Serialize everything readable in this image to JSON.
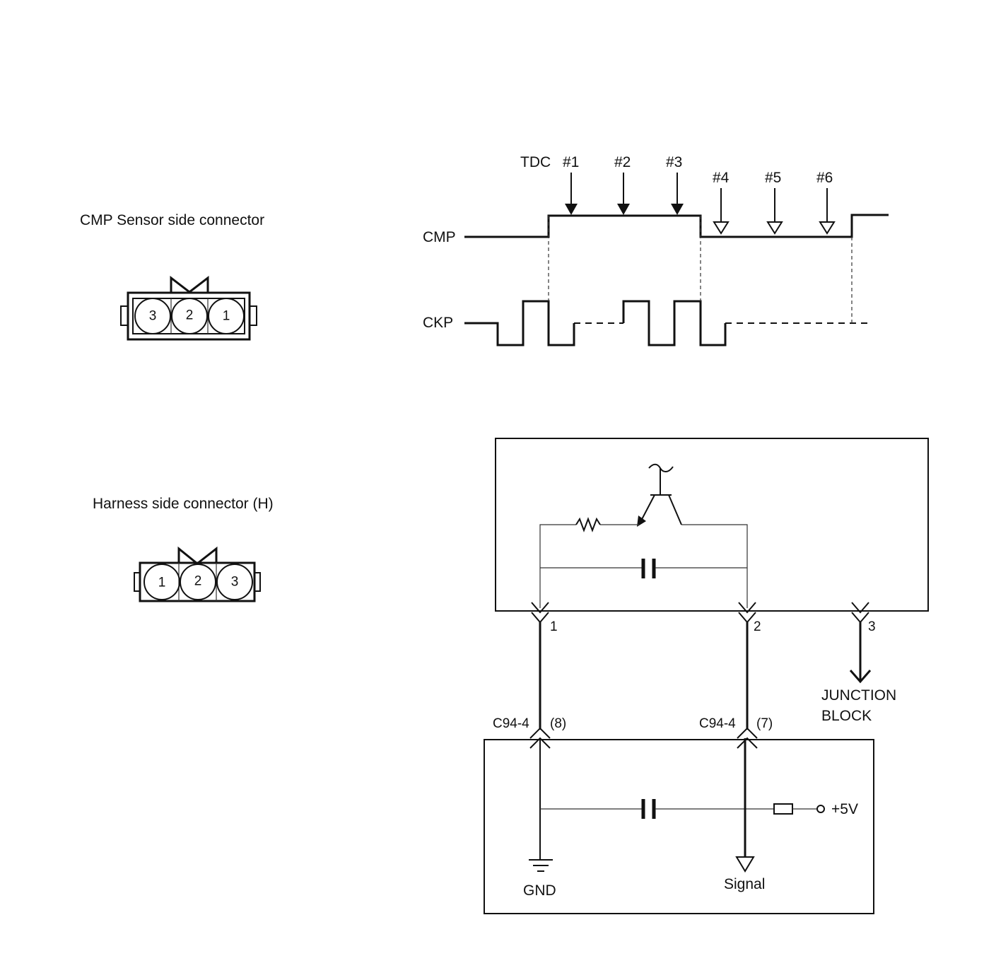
{
  "connectors": {
    "sensor_side": {
      "title": "CMP Sensor side connector",
      "pins": [
        "3",
        "2",
        "1"
      ]
    },
    "harness_side": {
      "title": "Harness side connector (H)",
      "pins": [
        "1",
        "2",
        "3"
      ]
    }
  },
  "waveform": {
    "tdc_label": "TDC",
    "markers": [
      "#1",
      "#2",
      "#3",
      "#4",
      "#5",
      "#6"
    ],
    "cmp_label": "CMP",
    "ckp_label": "CKP"
  },
  "circuit": {
    "sensor_pins": [
      "1",
      "2",
      "3"
    ],
    "junction_label_1": "JUNCTION",
    "junction_label_2": "BLOCK",
    "connector_left": "C94-4",
    "connector_left_pin": "(8)",
    "connector_right": "C94-4",
    "connector_right_pin": "(7)",
    "supply_label": "+5V",
    "gnd_label": "GND",
    "signal_label": "Signal"
  }
}
